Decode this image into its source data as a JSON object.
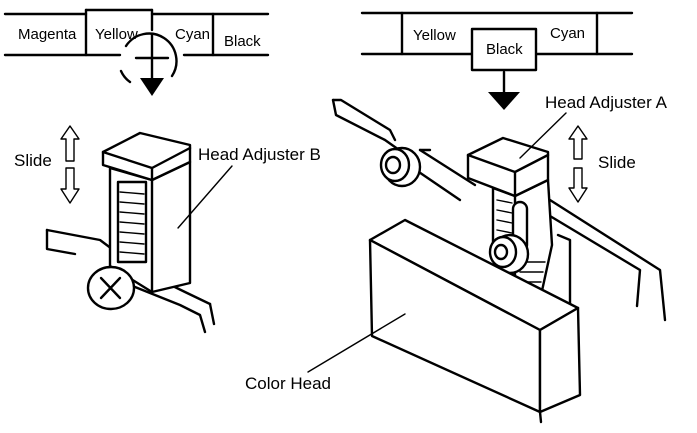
{
  "left": {
    "color_cells": [
      "Magenta",
      "Yellow",
      "Cyan",
      "Black"
    ],
    "slide_label": "Slide",
    "adjuster_label": "Head Adjuster B"
  },
  "right": {
    "color_cells": [
      "Yellow",
      "Black",
      "Cyan"
    ],
    "slide_label": "Slide",
    "adjuster_label": "Head Adjuster A",
    "head_label": "Color Head"
  }
}
